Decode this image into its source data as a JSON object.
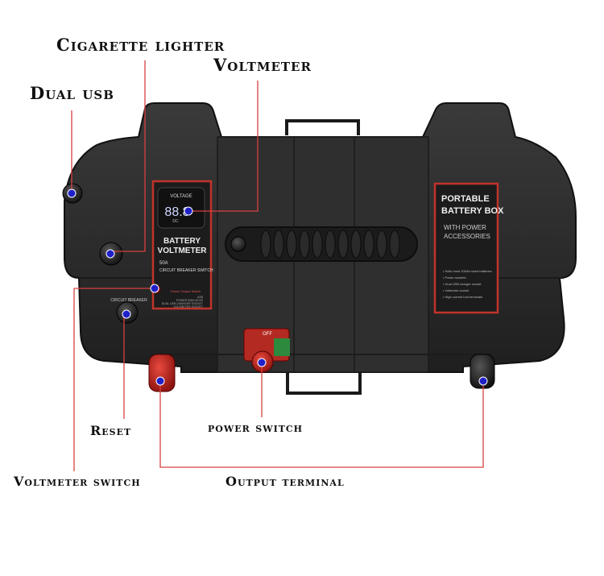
{
  "callouts": {
    "cigarette_lighter": "Cigarette lighter",
    "voltmeter": "Voltmeter",
    "dual_usb": "Dual usb",
    "reset": "Reset",
    "power_switch": "power switch",
    "voltmeter_switch": "Voltmeter switch",
    "output_terminal": "Output terminal"
  },
  "left_panel": {
    "display_label": "VOLTAGE",
    "display_digits": "88.8",
    "display_unit": "DC",
    "title_line1": "BATTERY",
    "title_line2": "VOLTMETER",
    "breaker_line1": "50A",
    "breaker_line2": "CIRCUIT BREAKER SWITCH",
    "switch_note": "Power Output Switch",
    "small_print1": "USB",
    "small_print2": "POWER INDICATOR",
    "small_print3": "DUAL USB CHARGER SOCKET",
    "small_print4": "VOLTMETER SOCKET"
  },
  "right_panel": {
    "title_line1": "PORTABLE",
    "title_line2": "BATTERY BOX",
    "subtitle_line1": "WITH POWER",
    "subtitle_line2": "ACCESSORIES",
    "bullets": [
      "Suits most 100Ah sized batteries",
      "Power sockets",
      "Dual USB charger socket",
      "Voltmeter socket",
      "High current bolt terminals"
    ]
  },
  "breaker_label": "CIRCUIT BREAKER",
  "switch_label": "OFF",
  "colors": {
    "annotation_line": "#d94040",
    "marker_dot": "#2020c8",
    "box_body": "#2b2b2b",
    "panel_red": "#c0332b",
    "terminal_red": "#c8201c"
  }
}
